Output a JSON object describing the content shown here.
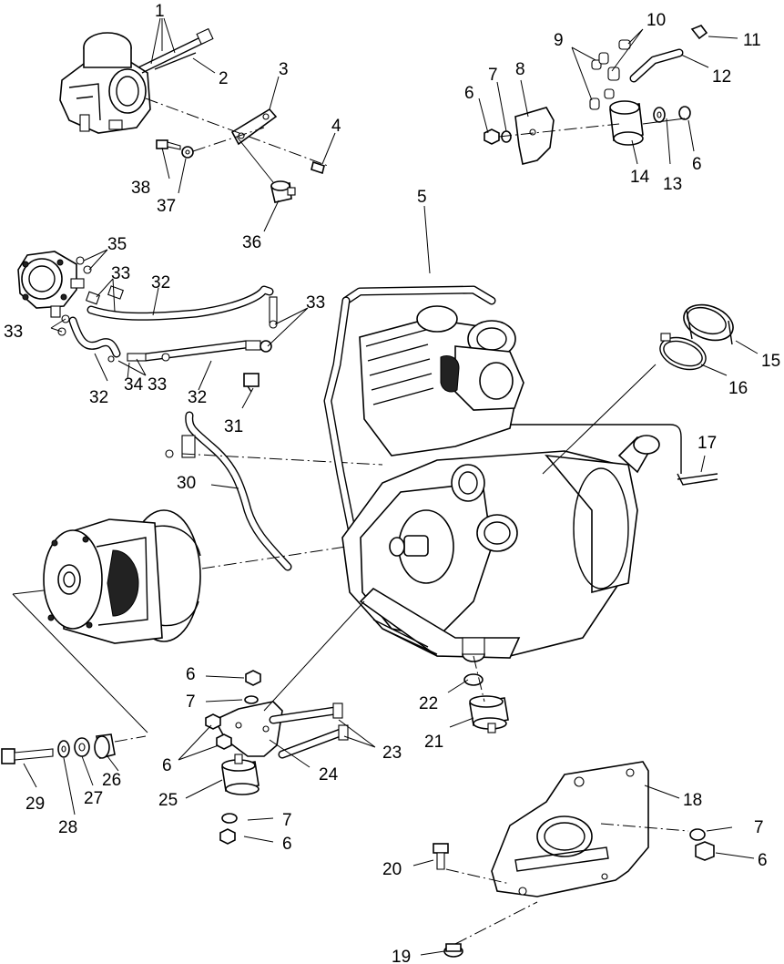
{
  "callouts": [
    {
      "id": "c1",
      "text": "1"
    },
    {
      "id": "c2",
      "text": "2"
    },
    {
      "id": "c3",
      "text": "3"
    },
    {
      "id": "c4",
      "text": "4"
    },
    {
      "id": "c5",
      "text": "5"
    },
    {
      "id": "c6a",
      "text": "6"
    },
    {
      "id": "c6b",
      "text": "6"
    },
    {
      "id": "c6c",
      "text": "6"
    },
    {
      "id": "c6d",
      "text": "6"
    },
    {
      "id": "c6e",
      "text": "6"
    },
    {
      "id": "c6f",
      "text": "6"
    },
    {
      "id": "c7a",
      "text": "7"
    },
    {
      "id": "c7b",
      "text": "7"
    },
    {
      "id": "c7c",
      "text": "7"
    },
    {
      "id": "c7d",
      "text": "7"
    },
    {
      "id": "c8",
      "text": "8"
    },
    {
      "id": "c9",
      "text": "9"
    },
    {
      "id": "c10",
      "text": "10"
    },
    {
      "id": "c11",
      "text": "11"
    },
    {
      "id": "c12",
      "text": "12"
    },
    {
      "id": "c13",
      "text": "13"
    },
    {
      "id": "c14",
      "text": "14"
    },
    {
      "id": "c15",
      "text": "15"
    },
    {
      "id": "c16",
      "text": "16"
    },
    {
      "id": "c17",
      "text": "17"
    },
    {
      "id": "c18",
      "text": "18"
    },
    {
      "id": "c19",
      "text": "19"
    },
    {
      "id": "c20",
      "text": "20"
    },
    {
      "id": "c21",
      "text": "21"
    },
    {
      "id": "c22",
      "text": "22"
    },
    {
      "id": "c23",
      "text": "23"
    },
    {
      "id": "c24",
      "text": "24"
    },
    {
      "id": "c25",
      "text": "25"
    },
    {
      "id": "c26",
      "text": "26"
    },
    {
      "id": "c27",
      "text": "27"
    },
    {
      "id": "c28",
      "text": "28"
    },
    {
      "id": "c29",
      "text": "29"
    },
    {
      "id": "c30",
      "text": "30"
    },
    {
      "id": "c31",
      "text": "31"
    },
    {
      "id": "c32a",
      "text": "32"
    },
    {
      "id": "c32b",
      "text": "32"
    },
    {
      "id": "c32c",
      "text": "32"
    },
    {
      "id": "c33a",
      "text": "33"
    },
    {
      "id": "c33b",
      "text": "33"
    },
    {
      "id": "c33c",
      "text": "33"
    },
    {
      "id": "c33d",
      "text": "33"
    },
    {
      "id": "c34",
      "text": "34"
    },
    {
      "id": "c35",
      "text": "35"
    },
    {
      "id": "c36",
      "text": "36"
    },
    {
      "id": "c37",
      "text": "37"
    },
    {
      "id": "c38",
      "text": "38"
    }
  ]
}
